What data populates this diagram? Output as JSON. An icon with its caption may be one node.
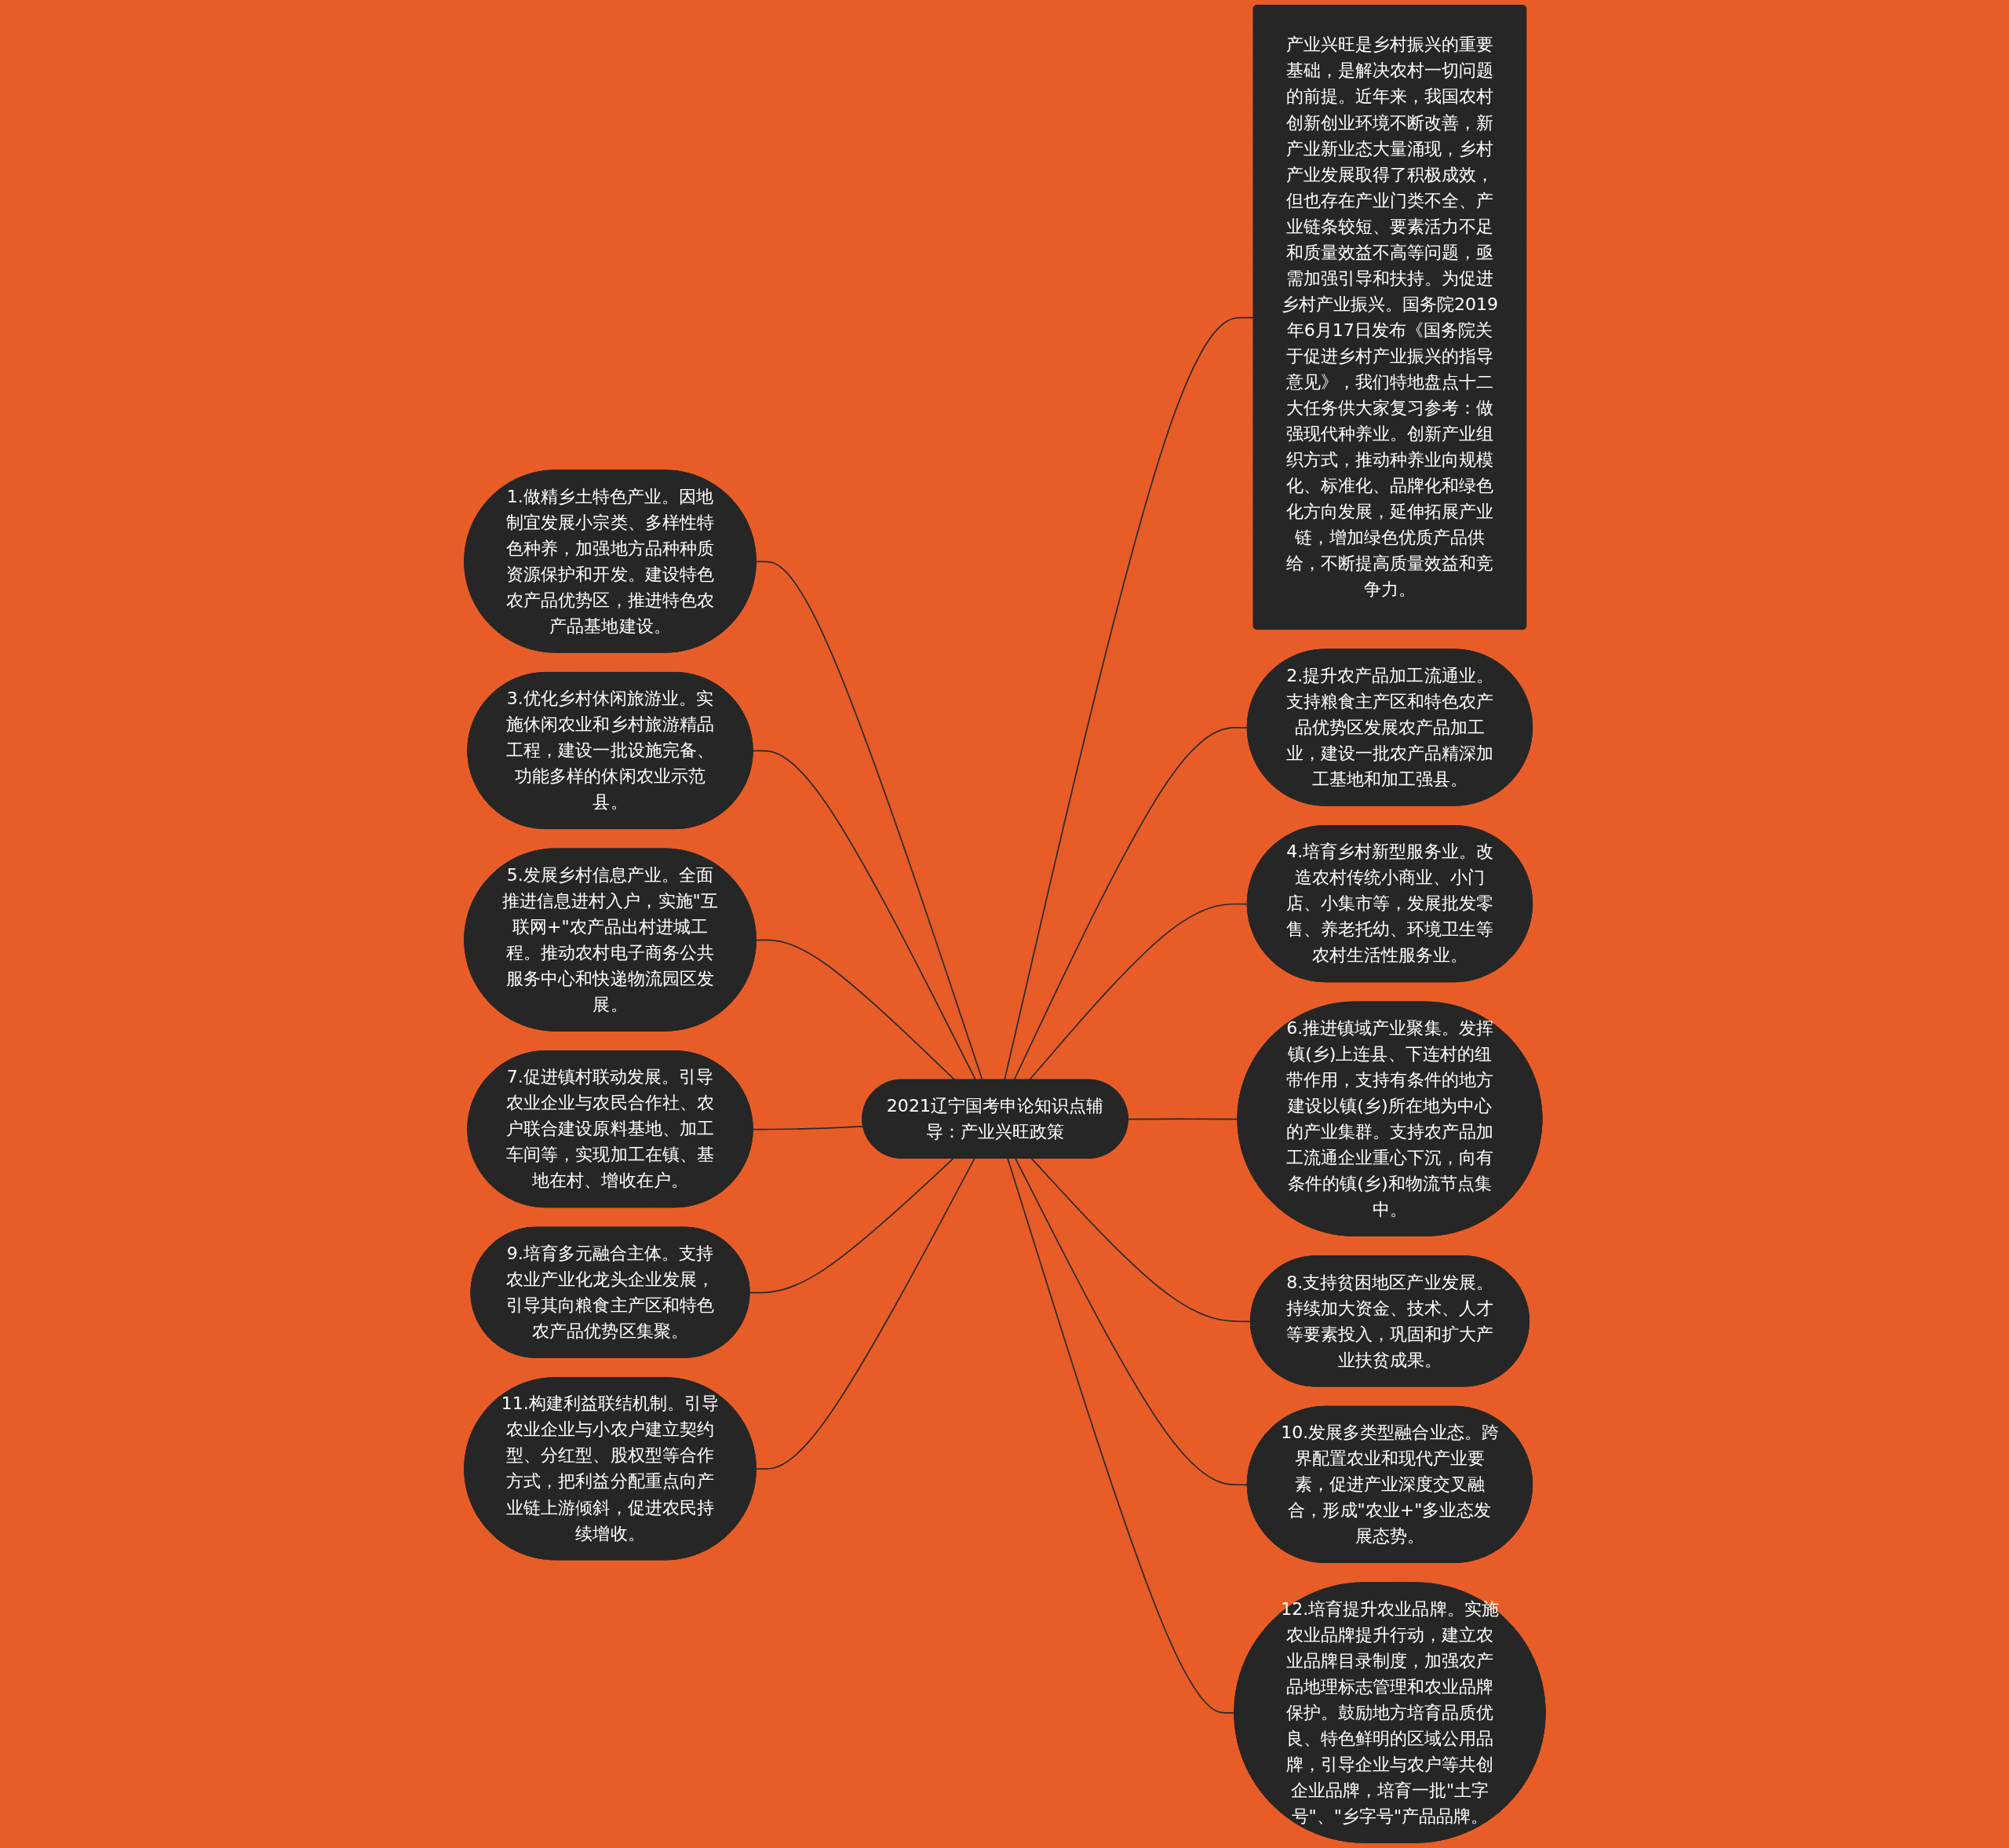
{
  "diagram": {
    "nodes": [
      {
        "text": [
          "2021辽宁国考申论知识点辅导：产业兴旺政策"
        ]
      },
      {
        "text": [
          "产业兴旺是乡村振兴的重要基础，是解决农村一切问题的前提。近年来，我国农村创新创业环境不断改善，新产业新业态大量涌现，乡村产业发展取得了积极成效，但也存在产业门类不全、产业链条较短、要素活力不足和质量效益不高等问题，亟需加强引导和扶持。为促进乡村产业振兴。国务院2019年6月17日发布《国务院关于促进乡村产业振兴的指导意见》，我们特地盘点十二大任务供大家复习参考：做强现代种养业。创新产业组织方式，推动种养业向规模化、标准化、品牌化和绿色化方向发展，延伸拓展产业链，增加绿色优质产品供给，不断提高质量效益和竞争力。"
        ]
      },
      {
        "text": [
          "1.做精乡土特色产业。因地制宜发展小宗类、多样性特色种养，加强地方品种种质资源保护和开发。建设特色农产品优势区，推进特色农产品基地建设。"
        ]
      },
      {
        "text": [
          "2.提升农产品加工流通业。支持粮食主产区和特色农产品优势区发展农产品加工业，建设一批农产品精深加工基地和加工强县。"
        ]
      },
      {
        "text": [
          "3.优化乡村休闲旅游业。实施休闲农业和乡村旅游精品工程，建设一批设施完备、功能多样的休闲农业示范县。"
        ]
      },
      {
        "text": [
          "4.培育乡村新型服务业。改造农村传统小商业、小门店、小集市等，发展批发零售、养老托幼、环境卫生等农村生活性服务业。"
        ]
      },
      {
        "text": [
          "5.发展乡村信息产业。全面推进信息进村入户，实施\"互联网+\"农产品出村进城工程。推动农村电子商务公共服务中心和快递物流园区发展。"
        ]
      },
      {
        "text": [
          "6.推进镇域产业聚集。发挥镇(乡)上连县、下连村的纽带作用，支持有条件的地方建设以镇(乡)所在地为中心的产业集群。支持农产品加工流通企业重心下沉，向有条件的镇(乡)和物流节点集中。"
        ]
      },
      {
        "text": [
          "7.促进镇村联动发展。引导农业企业与农民合作社、农户联合建设原料基地、加工车间等，实现加工在镇、基地在村、增收在户。"
        ]
      },
      {
        "text": [
          "8.支持贫困地区产业发展。持续加大资金、技术、人才等要素投入，巩固和扩大产业扶贫成果。"
        ]
      },
      {
        "text": [
          "9.培育多元融合主体。支持农业产业化龙头企业发展，引导其向粮食主产区和特色农产品优势区集聚。"
        ]
      },
      {
        "text": [
          "10.发展多类型融合业态。跨界配置农业和现代产业要素，促进产业深度交叉融合，形成\"农业+\"多业态发展态势。"
        ]
      },
      {
        "text": [
          "11.构建利益联结机制。引导农业企业与小农户建立契约型、分红型、股权型等合作方式，把利益分配重点向产业链上游倾斜，促进农民持续增收。"
        ]
      },
      {
        "text": [
          "12.培育提升农业品牌。实施农业品牌提升行动，建立农业品牌目录制度，加强农产品地理标志管理和农业品牌保护。鼓励地方培育品质优良、特色鲜明的区域公用品牌，引导企业与农户等共创企业品牌，培育一批\"土字号\"、\"乡字号\"产品品牌。"
        ]
      }
    ],
    "edges": [
      {
        "from": 0,
        "to": 1,
        "arrow": "none"
      },
      {
        "from": 2,
        "to": 0,
        "arrow": "none"
      },
      {
        "from": 0,
        "to": 3,
        "arrow": "none"
      },
      {
        "from": 4,
        "to": 0,
        "arrow": "none"
      },
      {
        "from": 0,
        "to": 5,
        "arrow": "none"
      },
      {
        "from": 6,
        "to": 0,
        "arrow": "none"
      },
      {
        "from": 0,
        "to": 7,
        "arrow": "none"
      },
      {
        "from": 8,
        "to": 0,
        "arrow": "none"
      },
      {
        "from": 0,
        "to": 9,
        "arrow": "none"
      },
      {
        "from": 10,
        "to": 0,
        "arrow": "none"
      },
      {
        "from": 0,
        "to": 11,
        "arrow": "none"
      },
      {
        "from": 12,
        "to": 0,
        "arrow": "none"
      },
      {
        "from": 0,
        "to": 13,
        "arrow": "none"
      }
    ]
  }
}
